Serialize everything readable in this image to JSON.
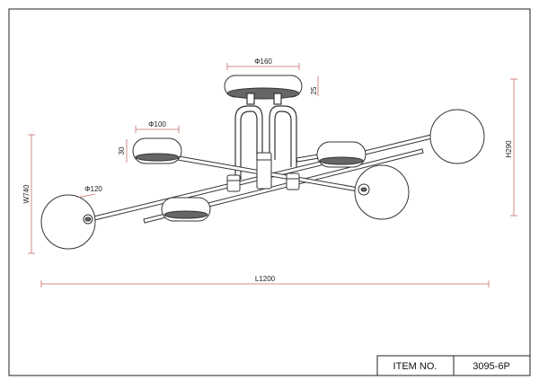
{
  "dimensions": {
    "canopy_diameter": "Φ160",
    "canopy_height": "25",
    "cup_diameter": "Φ100",
    "cup_height": "30",
    "globe_diameter": "Φ120",
    "width": "W740",
    "height": "H290",
    "length": "L1200"
  },
  "title_block": {
    "item_label": "ITEM NO.",
    "item_value": "3095-6P"
  },
  "colors": {
    "line": "#333333",
    "dimension_line": "#c96a6a",
    "frame": "#222222"
  }
}
